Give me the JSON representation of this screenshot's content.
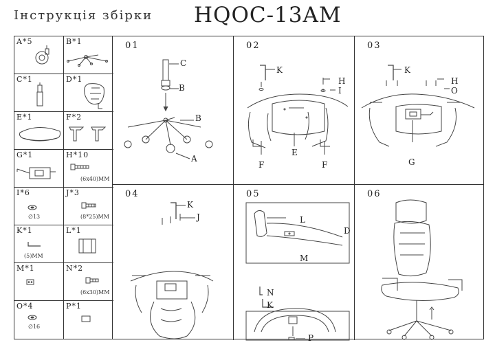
{
  "header": {
    "title_left": "Інструкція збірки",
    "title_right": "HQOC-13AM"
  },
  "parts": [
    {
      "label": "A*5",
      "sub": ""
    },
    {
      "label": "B*1",
      "sub": ""
    },
    {
      "label": "C*1",
      "sub": ""
    },
    {
      "label": "D*1",
      "sub": ""
    },
    {
      "label": "E*1",
      "sub": ""
    },
    {
      "label": "F*2",
      "sub": ""
    },
    {
      "label": "G*1",
      "sub": ""
    },
    {
      "label": "H*10",
      "sub": "(6x40)MM"
    },
    {
      "label": "I*6",
      "sub": "∅13"
    },
    {
      "label": "J*3",
      "sub": "(8*25)MM"
    },
    {
      "label": "K*1",
      "sub": "(5)MM"
    },
    {
      "label": "L*1",
      "sub": ""
    },
    {
      "label": "M*1",
      "sub": ""
    },
    {
      "label": "N*2",
      "sub": "(6x30)MM"
    },
    {
      "label": "O*4",
      "sub": "∅16"
    },
    {
      "label": "P*1",
      "sub": ""
    }
  ],
  "steps": [
    {
      "num": "01",
      "labels": [
        "C",
        "B",
        "B",
        "A"
      ]
    },
    {
      "num": "02",
      "labels": [
        "K",
        "H",
        "I",
        "E",
        "F",
        "F"
      ]
    },
    {
      "num": "03",
      "labels": [
        "K",
        "H",
        "O",
        "G"
      ]
    },
    {
      "num": "04",
      "labels": [
        "K",
        "J"
      ]
    },
    {
      "num": "05",
      "labels": [
        "L",
        "D",
        "M",
        "N",
        "K",
        "P"
      ]
    },
    {
      "num": "06",
      "labels": []
    }
  ]
}
